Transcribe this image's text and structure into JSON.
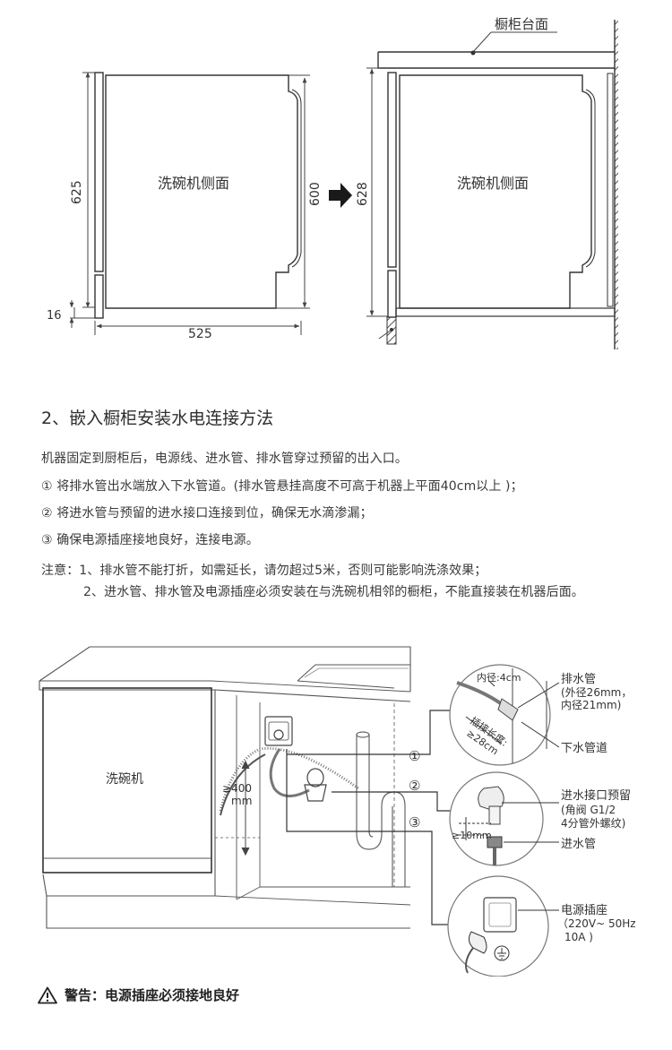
{
  "top_diagram": {
    "left_label": "洗碗机侧面",
    "right_label": "洗碗机侧面",
    "countertop_label": "橱柜台面",
    "dim_625": "625",
    "dim_600": "600",
    "dim_628": "628",
    "dim_16": "16",
    "dim_525": "525"
  },
  "section": {
    "title": "2、嵌入橱柜安装水电连接方法",
    "intro": "机器固定到厨柜后，电源线、进水管、排水管穿过预留的出入口。",
    "step1": "① 将排水管出水端放入下水管道。(排水管悬挂高度不可高于机器上平面40cm以上 )；",
    "step2": "② 将进水管与预留的进水接口连接到位，确保无水滴渗漏；",
    "step3": "③ 确保电源插座接地良好，连接电源。",
    "note1": "注意：1、排水管不能打折，如需延长，请勿超过5米，否则可能影响洗涤效果；",
    "note2": "2、进水管、排水管及电源插座必须安装在与洗碗机相邻的橱柜，不能直接装在机器后面。"
  },
  "bottom_diagram": {
    "machine_label": "洗碗机",
    "height_value": "≥400",
    "height_unit": "mm",
    "marker1": "①",
    "marker2": "②",
    "marker3": "③",
    "drain_title": "排水管",
    "drain_outer": "(外径26mm，",
    "drain_inner": "内径21mm)",
    "inner_diameter": "内径:4cm",
    "insert_length_1": "插接长度:",
    "insert_length_2": "≥28cm",
    "sewer_label": "下水管道",
    "inlet_reserved_1": "进水接口预留",
    "inlet_reserved_2": "(角阀 G1/2",
    "inlet_reserved_3": "4分管外螺纹)",
    "inlet_gap": "≥10mm",
    "inlet_hose": "进水管",
    "socket_1": "电源插座",
    "socket_2": "（220V~ 50Hz",
    "socket_3": "10A )"
  },
  "warning": {
    "text": "警告：电源插座必须接地良好",
    "icon": "warning-triangle-icon"
  }
}
